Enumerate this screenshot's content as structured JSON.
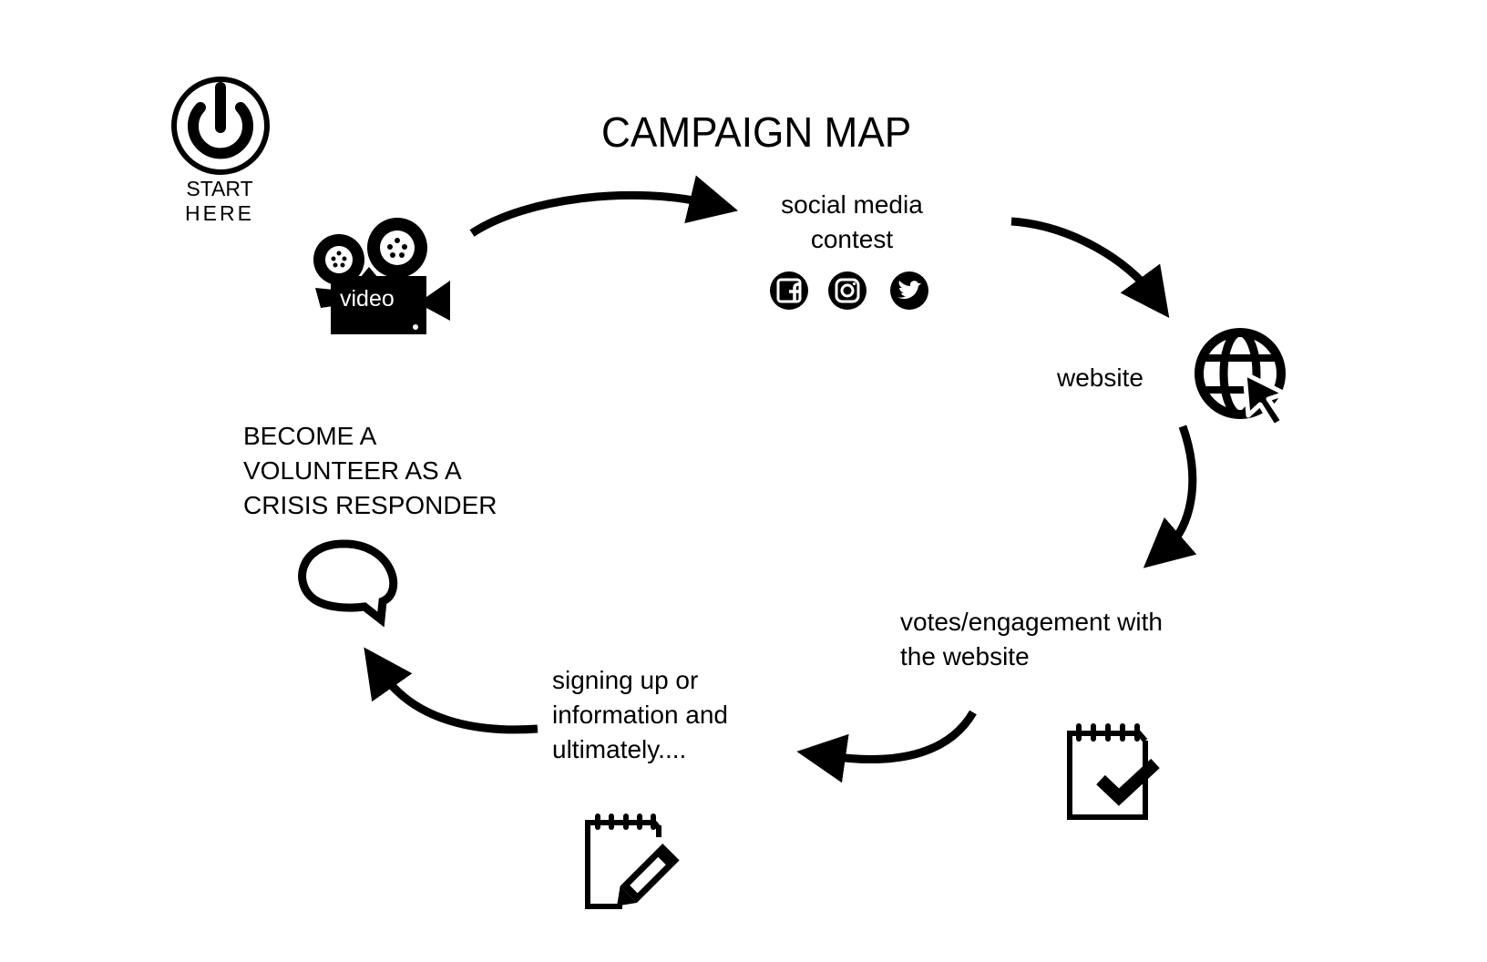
{
  "title": "CAMPAIGN MAP",
  "start": {
    "line1": "START",
    "line2": "HERE",
    "icon": "power-icon"
  },
  "steps": [
    {
      "id": "video",
      "label": "video",
      "icon": "film-camera-icon"
    },
    {
      "id": "social",
      "label_line1": "social media",
      "label_line2": "contest",
      "icons": [
        "facebook-icon",
        "instagram-icon",
        "twitter-icon"
      ]
    },
    {
      "id": "website",
      "label": "website",
      "icon": "globe-cursor-icon"
    },
    {
      "id": "votes",
      "label_line1": "votes/engagement with",
      "label_line2": "the website",
      "icon": "notepad-check-icon"
    },
    {
      "id": "signing",
      "label_line1": "signing up or",
      "label_line2": "information and",
      "label_line3": "ultimately....",
      "icon": "notepad-pencil-icon"
    },
    {
      "id": "volunteer",
      "label_line1": "BECOME A",
      "label_line2": "VOLUNTEER AS A",
      "label_line3": "CRISIS RESPONDER",
      "icon": "speech-bubble-icon"
    }
  ],
  "colors": {
    "ink": "#000000",
    "background": "#ffffff"
  }
}
